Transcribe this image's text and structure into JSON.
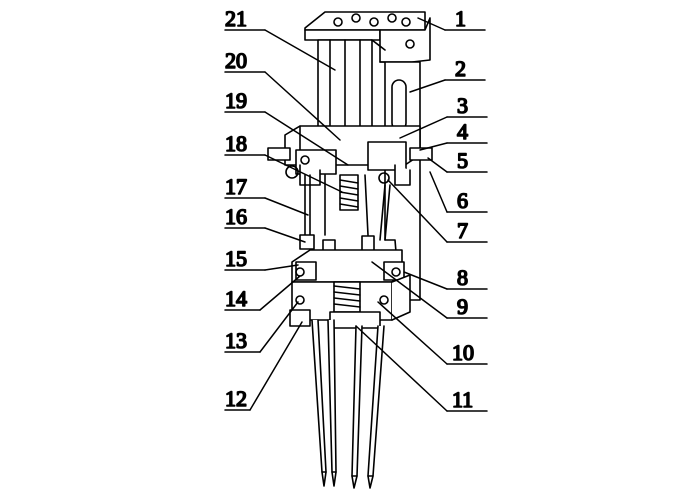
{
  "figure": {
    "callouts": [
      {
        "id": "1",
        "label": "1"
      },
      {
        "id": "2",
        "label": "2"
      },
      {
        "id": "3",
        "label": "3"
      },
      {
        "id": "4",
        "label": "4"
      },
      {
        "id": "5",
        "label": "5"
      },
      {
        "id": "6",
        "label": "6"
      },
      {
        "id": "7",
        "label": "7"
      },
      {
        "id": "8",
        "label": "8"
      },
      {
        "id": "9",
        "label": "9"
      },
      {
        "id": "10",
        "label": "10"
      },
      {
        "id": "11",
        "label": "11"
      },
      {
        "id": "12",
        "label": "12"
      },
      {
        "id": "13",
        "label": "13"
      },
      {
        "id": "14",
        "label": "14"
      },
      {
        "id": "15",
        "label": "15"
      },
      {
        "id": "16",
        "label": "16"
      },
      {
        "id": "17",
        "label": "17"
      },
      {
        "id": "18",
        "label": "18"
      },
      {
        "id": "19",
        "label": "19"
      },
      {
        "id": "20",
        "label": "20"
      },
      {
        "id": "21",
        "label": "21"
      }
    ],
    "line_color": "#000000",
    "background": "#ffffff"
  }
}
